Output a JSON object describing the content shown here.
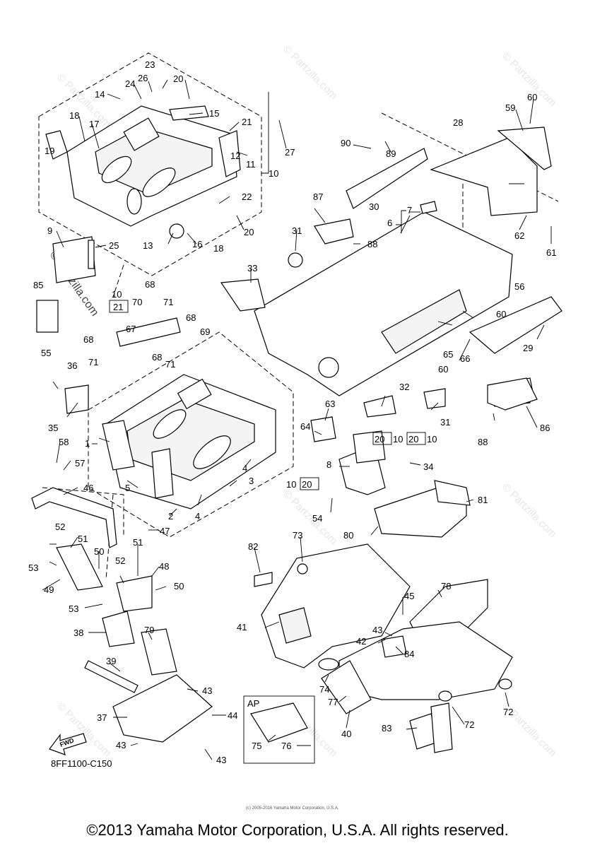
{
  "diagram_code": "8FF1100-C150",
  "fwd_label": "FWD",
  "ap_label": "AP",
  "watermark": "© Partzilla.com",
  "small_copyright": "(c) 2005-2016 Yamaha Motor Corporation, U.S.A.",
  "copyright": "©2013 Yamaha Motor Corporation, U.S.A. All rights reserved.",
  "callouts": {
    "c1": "1",
    "c2": "2",
    "c3": "3",
    "c4a": "4",
    "c4b": "4",
    "c5": "5",
    "c6": "6",
    "c7": "7",
    "c8": "8",
    "c9": "9",
    "c10a": "10",
    "c10b": "10",
    "c10c": "10",
    "c10d": "10",
    "c10e": "10",
    "c11": "11",
    "c12": "12",
    "c13": "13",
    "c14": "14",
    "c15": "15",
    "c16": "16",
    "c17": "17",
    "c18a": "18",
    "c18b": "18",
    "c19": "19",
    "c20a": "20",
    "c20b": "20",
    "c20c": "20",
    "c20d": "20",
    "c20e": "20",
    "c21a": "21",
    "c21b": "21",
    "c22": "22",
    "c23": "23",
    "c24": "24",
    "c25": "25",
    "c26": "26",
    "c27": "27",
    "c28": "28",
    "c29": "29",
    "c30": "30",
    "c31a": "31",
    "c31b": "31",
    "c32": "32",
    "c33": "33",
    "c34": "34",
    "c35": "35",
    "c36": "36",
    "c37": "37",
    "c38": "38",
    "c39": "39",
    "c40": "40",
    "c41": "41",
    "c42": "42",
    "c43a": "43",
    "c43b": "43",
    "c43c": "43",
    "c43d": "43",
    "c44": "44",
    "c45": "45",
    "c46": "46",
    "c47": "47",
    "c48": "48",
    "c49": "49",
    "c50a": "50",
    "c50b": "50",
    "c51a": "51",
    "c51b": "51",
    "c52a": "52",
    "c52b": "52",
    "c53a": "53",
    "c53b": "53",
    "c54": "54",
    "c55": "55",
    "c56": "56",
    "c57": "57",
    "c58": "58",
    "c59": "59",
    "c60a": "60",
    "c60b": "60",
    "c60c": "60",
    "c61": "61",
    "c62": "62",
    "c63": "63",
    "c64": "64",
    "c65": "65",
    "c66": "66",
    "c67": "67",
    "c68a": "68",
    "c68b": "68",
    "c68c": "68",
    "c68d": "68",
    "c69": "69",
    "c70": "70",
    "c71a": "71",
    "c71b": "71",
    "c71c": "71",
    "c72a": "72",
    "c72b": "72",
    "c73": "73",
    "c74": "74",
    "c75": "75",
    "c76": "76",
    "c77": "77",
    "c78": "78",
    "c79": "79",
    "c80": "80",
    "c81": "81",
    "c82": "82",
    "c83": "83",
    "c84": "84",
    "c85": "85",
    "c86": "86",
    "c87": "87",
    "c88a": "88",
    "c88b": "88",
    "c89": "89",
    "c90": "90"
  }
}
